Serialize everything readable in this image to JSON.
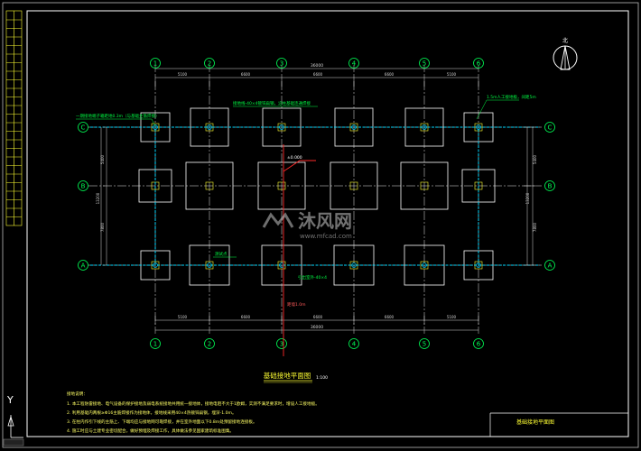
{
  "drawing": {
    "grid_col_labels": [
      "①",
      "②",
      "③",
      "④",
      "⑤",
      "⑥"
    ],
    "grid_row_labels": [
      "Ⓒ",
      "Ⓑ",
      "Ⓐ"
    ],
    "span_dims": [
      "5100",
      "6600",
      "6600",
      "6600",
      "6600",
      "5100"
    ],
    "total_dim": "36000",
    "side_dims": [
      "5400",
      "7800"
    ],
    "side_total": "13200",
    "north_label": "北",
    "watermark_text": "沐风网",
    "watermark_url": "www.mfcad.com",
    "elev_label": "±0.000",
    "title": "基础接地平面图",
    "scale": "1:100",
    "notes_heading": "接地说明：",
    "notes": [
      "1. 本工程防雷接地、电气设备的保护接地及弱电系统接地共用统一接地体，接地电阻不大于1欧姆，实测不满足要求时，增设人工接地极。",
      "2. 利用基础内两根≥Φ16主筋焊接作为接地体，接地线采用40×4热镀锌扁钢，埋深-1.0m。",
      "3. 在柱内作引下线的主筋上、下端均应与接地网可靠焊接，并在室外地面以下0.8m处预留接地连接板。",
      "4. 施工时应与土建专业密切配合，做好预埋及焊接工作，具体做法参见国家建筑标准图集。"
    ],
    "title_block_text": "基础接地平面图",
    "annotation_leaders": [
      "一期接地端子箱距地0.3m（与基础主筋焊接）",
      "接地线-40×4镀锌扁钢，沿柱基础连通焊接",
      "1.5m人工接地极，间距5m",
      "测试点",
      "引出室外-40×4",
      "距墙1.0m"
    ],
    "colors": {
      "background": "#000000",
      "grid": "#e6e6e6",
      "dims": "#d8d8d8",
      "axis_bubble": "#00ff55",
      "earthing": "#00d8ff",
      "leader": "#ff2a2a",
      "annotation": "#00ff44",
      "foundation": "#ffffff",
      "title": "#ffff33",
      "notes": "#ffff66",
      "frame": "#ffffff"
    }
  }
}
